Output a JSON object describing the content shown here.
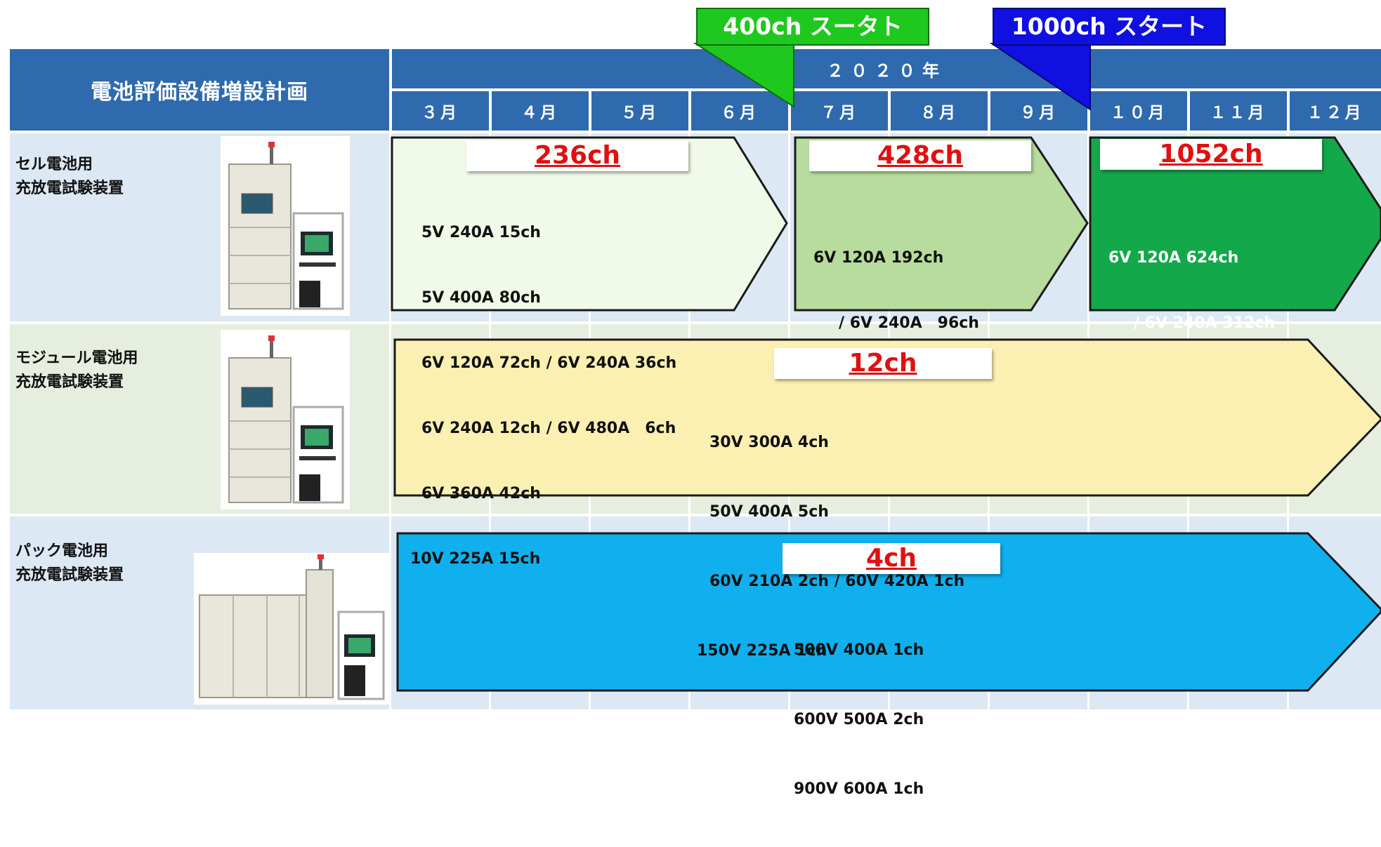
{
  "title": "電池評価設備増設計画",
  "year": "２０２０年",
  "months": [
    "３月",
    "４月",
    "５月",
    "６月",
    "７月",
    "８月",
    "９月",
    "１０月",
    "１１月",
    "１２月"
  ],
  "callouts": [
    {
      "label": "400ch スータト",
      "color": "#1ec81e"
    },
    {
      "label": "1000ch スタート",
      "color": "#1010e0"
    }
  ],
  "rows": [
    {
      "label_lines": [
        "セル電池用",
        "充放電試験装置"
      ]
    },
    {
      "label_lines": [
        "モジュール電池用",
        "充放電試験装置"
      ]
    },
    {
      "label_lines": [
        "パック電池用",
        "充放電試験装置"
      ]
    }
  ],
  "phases": [
    {
      "capacity": "236ch",
      "fill": "#f1f9e8",
      "specs": [
        "5V 240A 15ch",
        "5V 400A 80ch",
        "6V 120A 72ch / 6V 240A 36ch",
        "6V 240A 12ch / 6V 480A　6ch",
        "6V 360A 42ch",
        "10V 225A 15ch"
      ]
    },
    {
      "capacity": "428ch",
      "fill": "#b7dc9d",
      "specs": [
        "6V 120A 192ch",
        "/ 6V 240A　96ch"
      ]
    },
    {
      "capacity": "1052ch",
      "fill": "#13a84a",
      "specs": [
        "6V 120A 624ch",
        "/ 6V 240A 312ch"
      ]
    },
    {
      "capacity": "12ch",
      "fill": "#fbf0b2",
      "specs": [
        "30V 300A 4ch",
        "50V 400A 5ch",
        "60V 210A 2ch / 60V 420A 1ch",
        "150V 225A 1ch"
      ]
    },
    {
      "capacity": "4ch",
      "fill": "#10b0ef",
      "specs": [
        "500V 400A 1ch",
        "600V 500A 2ch",
        "900V 600A 1ch"
      ]
    }
  ],
  "colors": {
    "header": "#2e6aad",
    "capacity_text": "#e01010"
  }
}
